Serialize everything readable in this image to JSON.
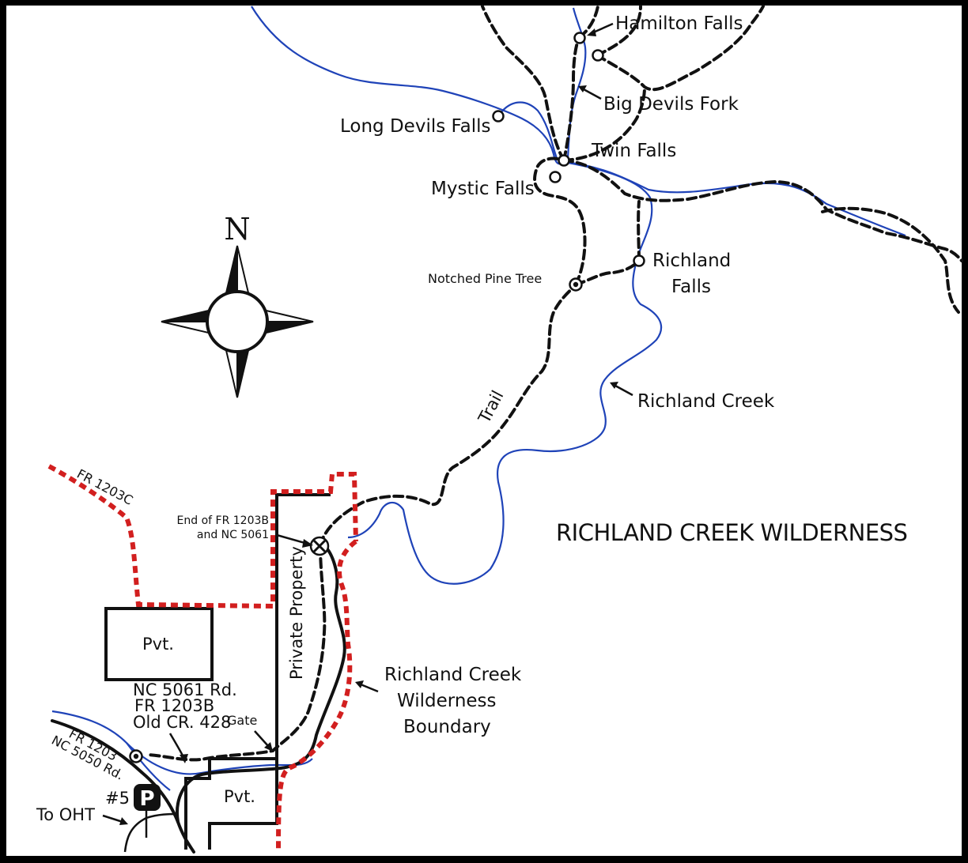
{
  "map": {
    "area_title": "RICHLAND CREEK WILDERNESS",
    "north_label": "N",
    "features": {
      "hamilton_falls": "Hamilton Falls",
      "big_devils_fork": "Big Devils Fork",
      "long_devils_falls": "Long Devils Falls",
      "twin_falls": "Twin Falls",
      "mystic_falls": "Mystic Falls",
      "notched_pine_tree": "Notched Pine Tree",
      "richland_falls_line1": "Richland",
      "richland_falls_line2": "Falls",
      "richland_creek": "Richland Creek",
      "trail": "Trail",
      "fr_1203c": "FR 1203C",
      "end_of_fr_line1": "End of FR 1203B",
      "end_of_fr_line2": "and NC 5061",
      "private_property": "Private Property",
      "boundary_line1": "Richland Creek",
      "boundary_line2": "Wilderness",
      "boundary_line3": "Boundary",
      "pvt_upper": "Pvt.",
      "pvt_lower": "Pvt.",
      "road_nc5061": "NC 5061 Rd.",
      "road_fr1203b": "FR 1203B",
      "road_old_cr": "Old CR. 428",
      "gate": "Gate",
      "road_fr1203": "FR 1203",
      "road_nc5050": "NC 5050 Rd.",
      "parking_number": "#5",
      "parking_symbol": "P",
      "to_oht": "To OHT"
    }
  }
}
